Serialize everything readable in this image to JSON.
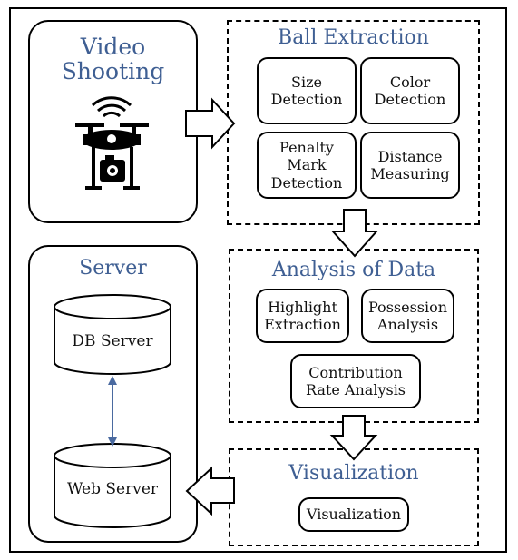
{
  "video": {
    "title_line1": "Video",
    "title_line2": "Shooting"
  },
  "ball": {
    "title": "Ball Extraction",
    "items": [
      "Size\nDetection",
      "Color\nDetection",
      "Penalty\nMark\nDetection",
      "Distance\nMeasuring"
    ]
  },
  "analysis": {
    "title": "Analysis of Data",
    "items": [
      "Highlight\nExtraction",
      "Possession\nAnalysis",
      "Contribution\nRate Analysis"
    ]
  },
  "visual": {
    "title": "Visualization",
    "item": "Visualization"
  },
  "server": {
    "title": "Server",
    "db": "DB Server",
    "web": "Web Server"
  },
  "colors": {
    "title_blue": "#3f5f93",
    "connector_blue": "#4a6aa0"
  },
  "icons": {
    "drone": "drone-camera-icon"
  }
}
